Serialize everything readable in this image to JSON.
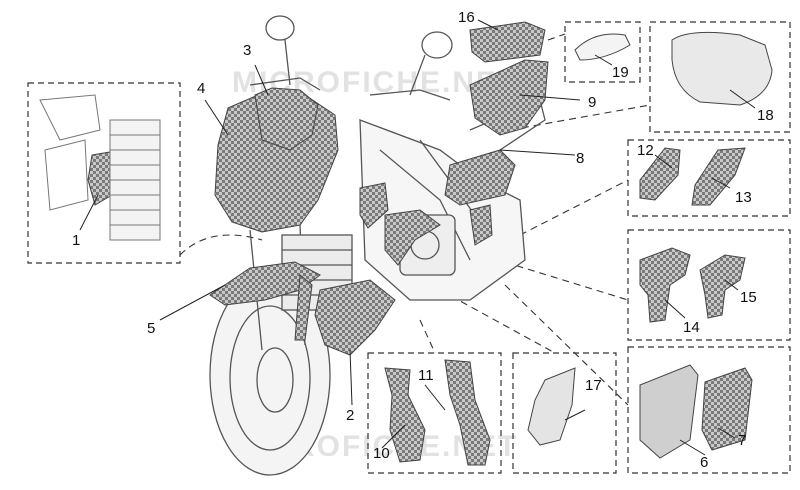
{
  "watermark": {
    "text": "MICROFICHE.NET"
  },
  "callouts": [
    {
      "id": "1",
      "label": "1"
    },
    {
      "id": "2",
      "label": "2"
    },
    {
      "id": "3",
      "label": "3"
    },
    {
      "id": "4",
      "label": "4"
    },
    {
      "id": "5",
      "label": "5"
    },
    {
      "id": "6",
      "label": "6"
    },
    {
      "id": "7",
      "label": "7"
    },
    {
      "id": "8",
      "label": "8"
    },
    {
      "id": "9",
      "label": "9"
    },
    {
      "id": "10",
      "label": "10"
    },
    {
      "id": "11",
      "label": "11"
    },
    {
      "id": "12",
      "label": "12"
    },
    {
      "id": "13",
      "label": "13"
    },
    {
      "id": "14",
      "label": "14"
    },
    {
      "id": "15",
      "label": "15"
    },
    {
      "id": "16",
      "label": "16"
    },
    {
      "id": "17",
      "label": "17"
    },
    {
      "id": "18",
      "label": "18"
    },
    {
      "id": "19",
      "label": "19"
    }
  ],
  "colors": {
    "line": "#222222",
    "carbon": "#8a8a8a",
    "outline": "#555555",
    "box_dash": "#333333"
  }
}
